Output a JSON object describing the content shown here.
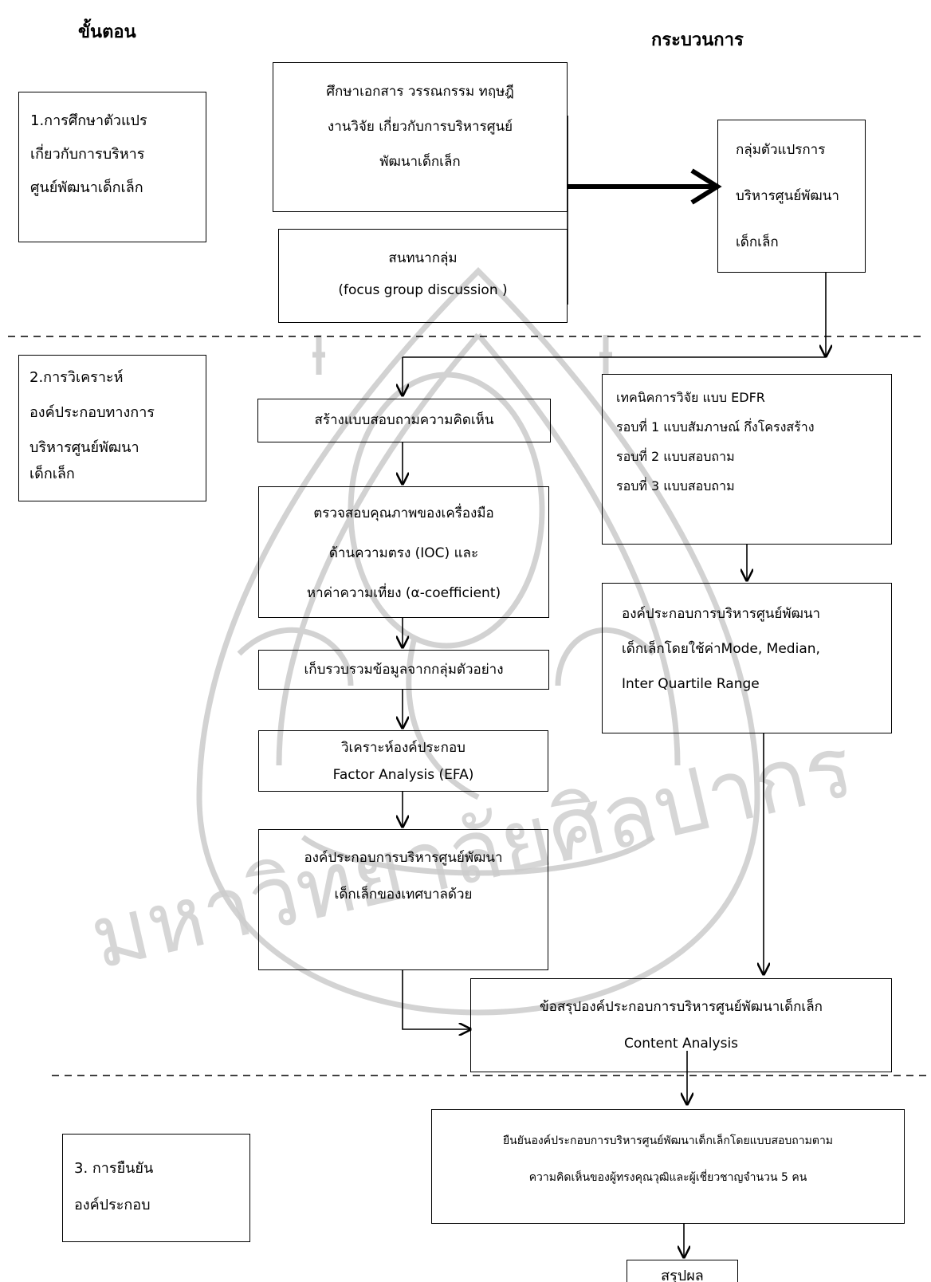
{
  "headers": {
    "steps": "ขั้นตอน",
    "process": "กระบวนการ"
  },
  "stages": {
    "s1": [
      "1.การศึกษาตัวแปร",
      "เกี่ยวกับการบริหาร",
      "ศูนย์พัฒนาเด็กเล็ก"
    ],
    "s2": [
      "2.การวิเคราะห์",
      "องค์ประกอบทางการ",
      "บริหารศูนย์พัฒนา",
      "เด็กเล็ก"
    ],
    "s3": [
      "3. การยืนยัน",
      "องค์ประกอบ"
    ]
  },
  "boxes": {
    "literature": [
      "ศึกษาเอกสาร วรรณกรรม ทฤษฎี",
      "งานวิจัย เกี่ยวกับการบริหารศูนย์",
      "พัฒนาเด็กเล็ก"
    ],
    "focus_group": [
      "สนทนากลุ่ม",
      "(focus group discussion )"
    ],
    "variables": [
      "กลุ่มตัวแปรการ",
      "บริหารศูนย์พัฒนา",
      "เด็กเล็ก"
    ],
    "questionnaire": "สร้างแบบสอบถามความคิดเห็น",
    "quality_check": [
      "ตรวจสอบคุณภาพของเครื่องมือ",
      "ด้านความตรง (IOC) และ",
      "หาค่าความเที่ยง (α-coefficient)"
    ],
    "collect": "เก็บรวบรวมข้อมูลจากกลุ่มตัวอย่าง",
    "efa": [
      "วิเคราะห์องค์ประกอบ",
      "Factor Analysis (EFA)"
    ],
    "components": [
      "องค์ประกอบการบริหารศูนย์พัฒนา",
      "เด็กเล็กของเทศบาลด้วย"
    ],
    "edfr": [
      "เทคนิคการวิจัย แบบ EDFR",
      "รอบที่ 1 แบบสัมภาษณ์ กึ่งโครงสร้าง",
      "รอบที่ 2 แบบสอบถาม",
      "รอบที่ 3 แบบสอบถาม"
    ],
    "edfr_result": [
      "องค์ประกอบการบริหารศูนย์พัฒนา",
      "เด็กเล็กโดยใช้ค่าMode, Median,",
      "Inter Quartile Range"
    ],
    "conclusion": [
      "ข้อสรุปองค์ประกอบการบริหารศูนย์พัฒนาเด็กเล็ก",
      "Content  Analysis"
    ],
    "confirm": [
      "ยืนยันองค์ประกอบการบริหารศูนย์พัฒนาเด็กเล็กโดยแบบสอบถามตาม",
      "ความคิดเห็นของผู้ทรงคุณวุฒิและผู้เชี่ยวชาญจำนวน 5 คน"
    ],
    "summary": "สรุปผล"
  },
  "watermark": {
    "text": "มหาวิทยาลัยศิลปากร",
    "color": "#bdbdbd"
  }
}
